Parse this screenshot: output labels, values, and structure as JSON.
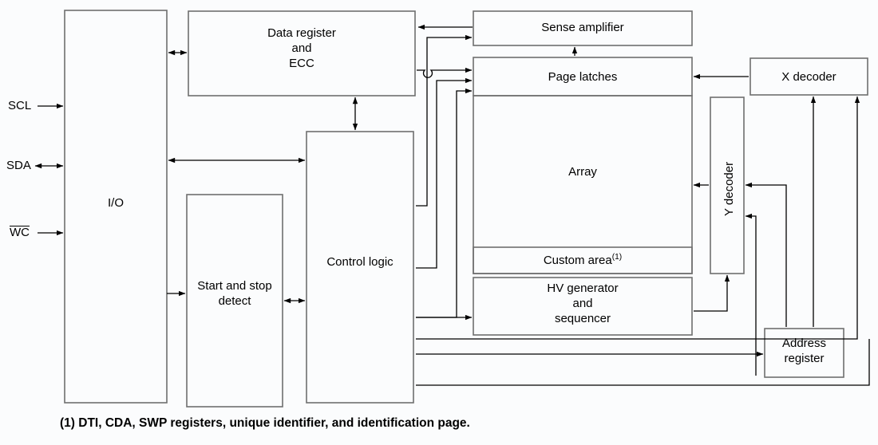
{
  "diagram": {
    "title": "Memory device block diagram",
    "line_color": "#6f6f6f",
    "arrow_color": "#000000",
    "background": "#fbfcfd",
    "text_color": "#000000"
  },
  "pins": [
    {
      "id": "scl",
      "label": "SCL",
      "overline": false,
      "direction": "in"
    },
    {
      "id": "sda",
      "label": "SDA",
      "overline": false,
      "direction": "bidirectional"
    },
    {
      "id": "wc",
      "label": "WC",
      "overline": true,
      "direction": "in"
    }
  ],
  "blocks": [
    {
      "id": "io",
      "label": "I/O"
    },
    {
      "id": "data_register_ecc",
      "label": "Data register\nand\nECC"
    },
    {
      "id": "start_stop_detect",
      "label": "Start and stop\ndetect"
    },
    {
      "id": "control_logic",
      "label": "Control logic"
    },
    {
      "id": "sense_amplifier",
      "label": "Sense amplifier"
    },
    {
      "id": "page_latches",
      "label": "Page latches"
    },
    {
      "id": "array",
      "label": "Array"
    },
    {
      "id": "custom_area",
      "label": "Custom area",
      "footnote": "(1)"
    },
    {
      "id": "hv_generator",
      "label": "HV generator\nand\nsequencer"
    },
    {
      "id": "x_decoder",
      "label": "X decoder"
    },
    {
      "id": "y_decoder",
      "label": "Y decoder",
      "orientation": "vertical"
    },
    {
      "id": "address_register",
      "label": "Address\nregister"
    }
  ],
  "caption": {
    "marker": "(1)",
    "text": "(1) DTI, CDA, SWP registers, unique identifier, and identification page."
  }
}
